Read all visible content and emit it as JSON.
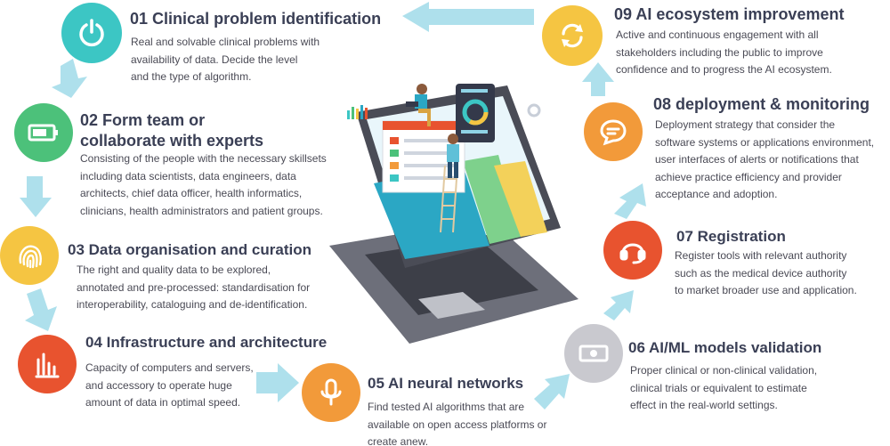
{
  "steps": [
    {
      "num": "01",
      "title": "Clinical problem identification",
      "color": "#3cc6c4",
      "icon": "power-icon",
      "desc": [
        "Real and solvable clinical problems with",
        "availability of data. Decide the level",
        "and the type of algorithm."
      ]
    },
    {
      "num": "02",
      "title1": "Form team or",
      "title2": "collaborate with experts",
      "color": "#4cc17a",
      "icon": "battery-icon",
      "desc": [
        "Consisting of the people with the necessary skillsets",
        "including data scientists, data engineers, data",
        "architects, chief data officer, health informatics,",
        "clinicians, health administrators and patient groups."
      ]
    },
    {
      "num": "03",
      "title": "Data organisation and curation",
      "color": "#f5c542",
      "icon": "fingerprint-icon",
      "desc": [
        "The right and quality data to be explored,",
        "annotated and pre-processed: standardisation for",
        "interoperability, cataloguing and de-identification."
      ]
    },
    {
      "num": "04",
      "title": "Infrastructure and architecture",
      "color": "#e8532f",
      "icon": "bar-chart-icon",
      "desc": [
        "Capacity of computers and servers,",
        "and accessory to operate huge",
        "amount of data in optimal speed."
      ]
    },
    {
      "num": "05",
      "title": "AI neural networks",
      "color": "#f29a3a",
      "icon": "microphone-icon",
      "desc": [
        "Find tested AI algorithms that are",
        "available on open access platforms or",
        "create anew."
      ]
    },
    {
      "num": "06",
      "title": "AI/ML models validation",
      "color": "#c9c9cf",
      "icon": "money-icon",
      "desc": [
        "Proper clinical or non-clinical validation,",
        "clinical trials or equivalent to estimate",
        "effect in the real-world settings."
      ]
    },
    {
      "num": "07",
      "title": "Registration",
      "color": "#e8532f",
      "icon": "headset-icon",
      "desc": [
        "Register tools with relevant authority",
        "such as the medical device authority",
        "to market broader use and application."
      ]
    },
    {
      "num": "08",
      "title": "deployment & monitoring",
      "color": "#f29a3a",
      "icon": "chat-icon",
      "desc": [
        "Deployment strategy that consider the",
        "software systems or applications environment,",
        "user interfaces of alerts or notifications that",
        "achieve practice efficiency and provider",
        "acceptance and adoption."
      ]
    },
    {
      "num": "09",
      "title": "AI ecosystem improvement",
      "color": "#f5c542",
      "icon": "refresh-icon",
      "desc": [
        "Active and continuous engagement with all",
        "stakeholders including the public to improve",
        "confidence and to progress the AI ecosystem."
      ]
    }
  ],
  "colors": {
    "arrow": "#aee0ec",
    "text": "#3a3f55"
  }
}
